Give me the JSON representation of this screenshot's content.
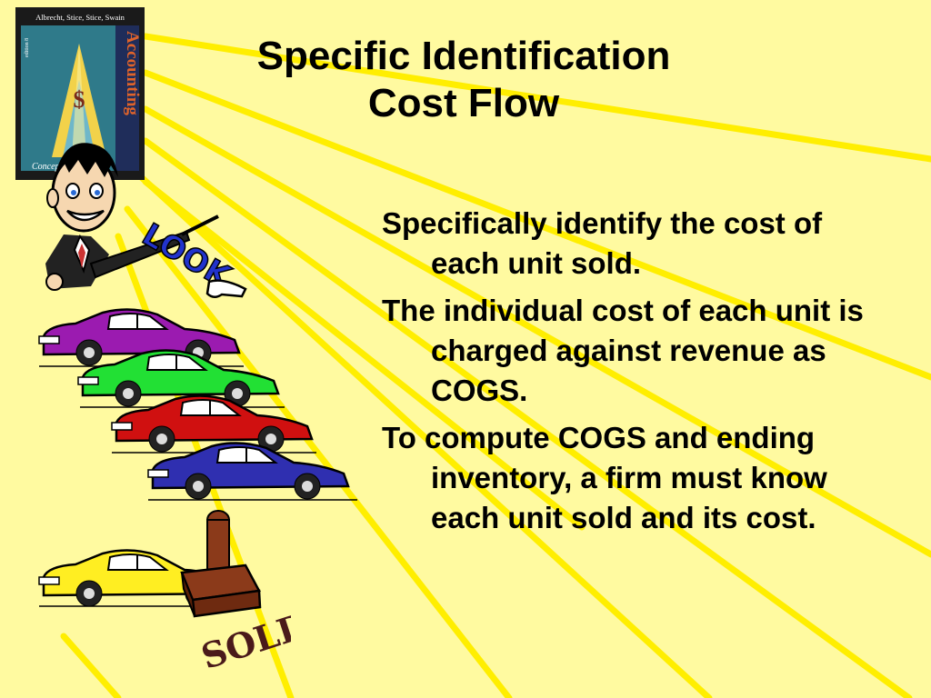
{
  "title": {
    "line1": "Specific Identification",
    "line2": "Cost Flow"
  },
  "bullets": [
    "Specifically identify the cost of each unit sold.",
    "The individual cost of each unit is charged against revenue as COGS.",
    "To compute COGS and ending inventory, a firm must know each unit sold and its cost."
  ],
  "book": {
    "authors": "Albrecht, Stice, Stice, Swain",
    "title": "Accounting",
    "edition": "edition 8",
    "subtitle": "Concep"
  },
  "look_text": "LOOK",
  "sold_text": "SOLD",
  "colors": {
    "background": "#fffaa0",
    "rays": "#ffee00",
    "car_colors": [
      "#9b1bb0",
      "#22e034",
      "#d01010",
      "#2f2fb0",
      "#ffee22"
    ]
  },
  "icons": [
    "book-cover-icon",
    "cartoon-man-icon",
    "car-icon",
    "rubber-stamp-icon"
  ]
}
